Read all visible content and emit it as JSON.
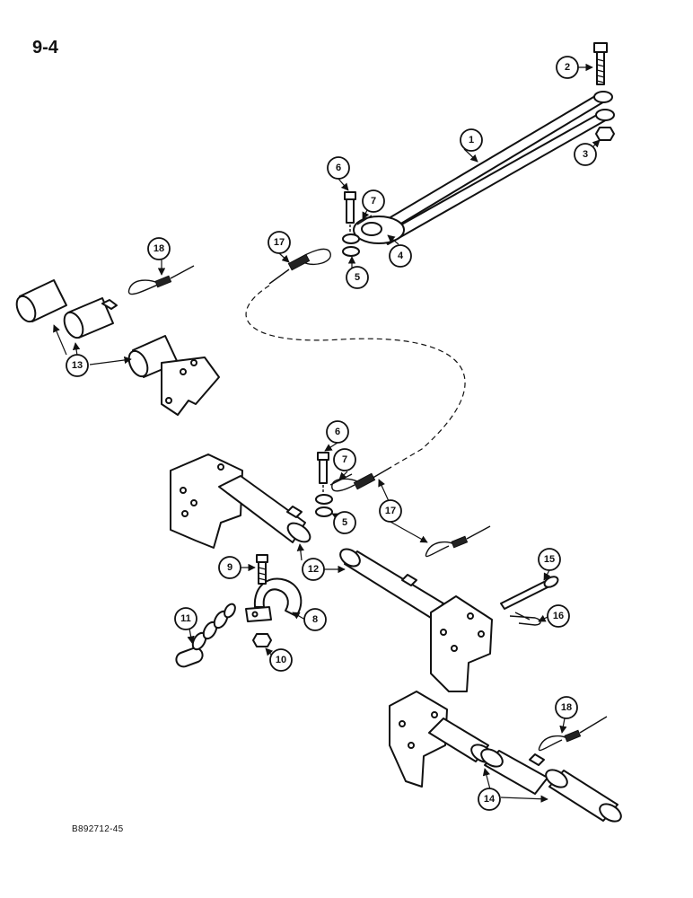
{
  "page": {
    "number": "9-4",
    "drawing_code": "B892712-45"
  },
  "callouts": [
    "1",
    "2",
    "3",
    "4",
    "5",
    "6",
    "7",
    "8",
    "9",
    "10",
    "11",
    "12",
    "13",
    "14",
    "15",
    "16",
    "17",
    "18"
  ]
}
